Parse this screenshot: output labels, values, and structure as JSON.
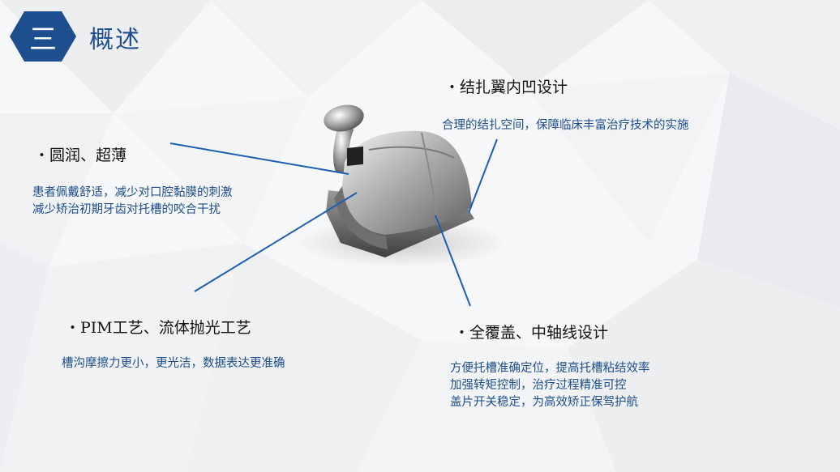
{
  "header": {
    "number_glyph": "三",
    "title": "概述"
  },
  "features": [
    {
      "heading": "・圆润、超薄",
      "lines": [
        "患者佩戴舒适，减少对口腔黏膜的刺激",
        "减少矫治初期牙齿对托槽的咬合干扰"
      ]
    },
    {
      "heading": "・PIM工艺、流体抛光工艺",
      "lines": [
        "槽沟摩擦力更小，更光洁，数据表达更准确"
      ]
    },
    {
      "heading": "・结扎翼内凹设计",
      "lines": [
        "合理的结扎空间，保障临床丰富治疗技术的实施"
      ]
    },
    {
      "heading": "・全覆盖、中轴线设计",
      "lines": [
        "方便托槽准确定位，提高托槽粘结效率",
        "加强转矩控制，治疗过程精准可控",
        "盖片开关稳定，为高效矫正保驾护航"
      ]
    }
  ],
  "colors": {
    "accent": "#1d4f8f",
    "leader_line": "#1b5fb0",
    "description_text": "#1c4e8c"
  },
  "image": {
    "subject": "self-ligating-bracket"
  }
}
